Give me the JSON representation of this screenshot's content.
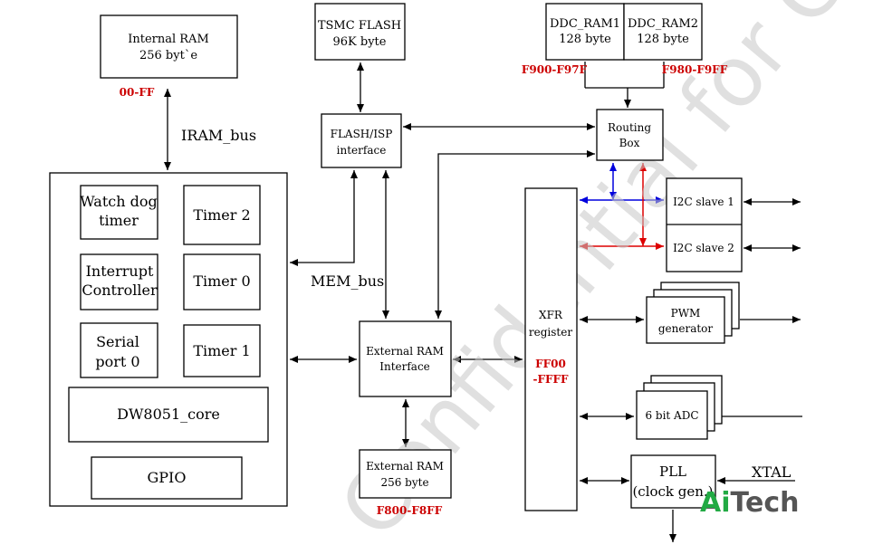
{
  "blocks": {
    "internal_ram": [
      "Internal RAM",
      "256 byt`e"
    ],
    "tsmc_flash": [
      "TSMC FLASH",
      "96K byte"
    ],
    "ddc_ram1": [
      "DDC_RAM1",
      "128 byte"
    ],
    "ddc_ram2": [
      "DDC_RAM2",
      "128 byte"
    ],
    "flash_isp": [
      "FLASH/ISP",
      "interface"
    ],
    "routing_box": [
      "Routing",
      "Box"
    ],
    "watchdog": [
      "Watch dog",
      "timer"
    ],
    "timer2": "Timer 2",
    "interrupt": [
      "Interrupt",
      "Controller"
    ],
    "timer0": "Timer 0",
    "serial": [
      "Serial",
      "port 0"
    ],
    "timer1": "Timer 1",
    "core": "DW8051_core",
    "gpio": "GPIO",
    "ext_ram_if": [
      "External RAM",
      "Interface"
    ],
    "ext_ram": [
      "External RAM",
      "256 byte"
    ],
    "xfr": [
      "XFR",
      "register"
    ],
    "i2c1": "I2C slave 1",
    "i2c2": "I2C slave 2",
    "pwm": [
      "PWM",
      "generator"
    ],
    "adc": "6 bit ADC",
    "pll": [
      "PLL",
      "(clock gen.)"
    ]
  },
  "addresses": {
    "iram": "00-FF",
    "ddc1": "F900-F97F",
    "ddc2": "F980-F9FF",
    "xfr": [
      "FF00",
      "-FFFF"
    ],
    "ext_ram": "F800-F8FF"
  },
  "buses": {
    "iram_bus": "IRAM_bus",
    "mem_bus": "MEM_bus",
    "xtal": "XTAL"
  },
  "watermark": "Confidential for CI",
  "logo": {
    "part1": "Ai",
    "part2": "Tech",
    "color1": "#22aa44",
    "color2": "#555555"
  },
  "colors": {
    "blue": "#0000dd",
    "red": "#dd0000",
    "address_red": "#cc0000"
  }
}
